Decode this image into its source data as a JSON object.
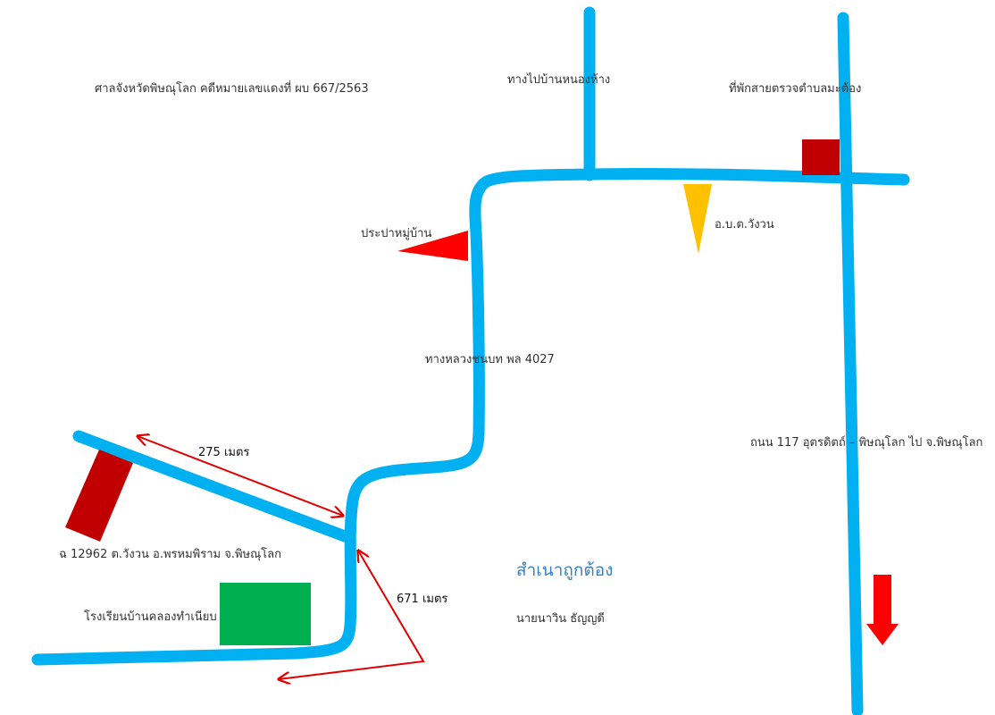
{
  "header": {
    "court_case": "ศาลจังหวัดพิษณุโลก  คดีหมายเลขแดงที่ ผบ 667/2563"
  },
  "roads": {
    "to_nong_hang": "ทางไปบ้านหนองห้าง",
    "rural_road": "ทางหลวงชนบท  พล 4027",
    "highway_117": "ถนน 117 อุตรดิตถ์ – พิษณุโลก   ไป จ.พิษณุโลก"
  },
  "landmarks": {
    "police_box": "ที่พักสายตรวจตำบลมะต้อง",
    "village_water": "ประปาหมู่บ้าน",
    "tambon_office": "อ.บ.ต.วังวน",
    "land_parcel": "ฉ 12962  ต.วังวน  อ.พรหมพิราม  จ.พิษณุโลก",
    "school": "โรงเรียนบ้านคลองทำเนียบ"
  },
  "distances": {
    "d1": "275   เมตร",
    "d2": "671 เมตร"
  },
  "certification": {
    "certified_copy": "สำเนาถูกต้อง",
    "signer": "นายนาวิน  ธัญญดี"
  },
  "colors": {
    "road": "#00b0f0",
    "marker_red": "#c00000",
    "marker_green": "#00b050",
    "marker_yellow": "#ffc000",
    "flag_red": "#ff0000",
    "arrow_red": "#e00000",
    "text_blue": "#3a7fc0"
  },
  "icons": {
    "village_water": "red-triangle-flag-icon",
    "tambon_office": "yellow-triangle-icon",
    "direction": "red-down-arrow-icon"
  }
}
